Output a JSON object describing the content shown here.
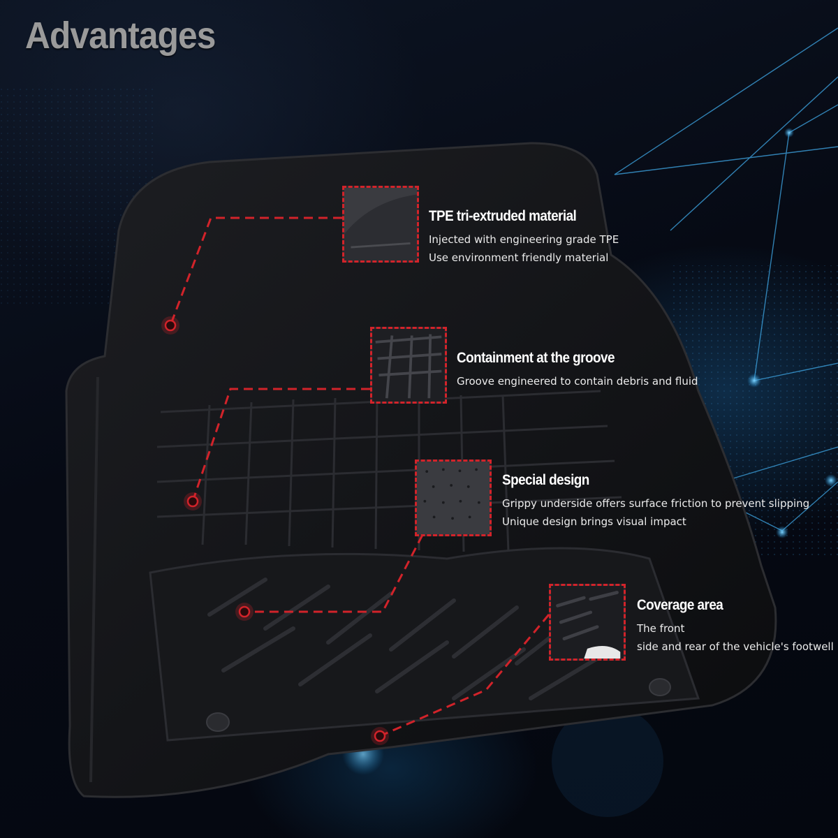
{
  "page": {
    "title": "Advantages"
  },
  "features": [
    {
      "title": "TPE tri-extruded  material",
      "lines": [
        "Injected with engineering grade TPE",
        "Use environment friendly material"
      ],
      "thumb_icon": "tpe-material-closeup"
    },
    {
      "title": "Containment at the groove",
      "lines": [
        "Groove engineered to contain debris and fluid"
      ],
      "thumb_icon": "groove-closeup"
    },
    {
      "title": "Special design",
      "lines": [
        "Grippy underside offers surface friction to prevent slipping",
        "Unique design brings visual  impact"
      ],
      "thumb_icon": "grip-nibs-closeup"
    },
    {
      "title": "Coverage area",
      "lines": [
        "The front",
        "side and rear of the vehicle's footwell"
      ],
      "thumb_icon": "coverage-edge-closeup"
    }
  ],
  "colors": {
    "callout_red": "#d2232a",
    "mat_black": "#141518",
    "title_gray": "#9a9a9a",
    "network_blue": "#1e8fd6"
  }
}
